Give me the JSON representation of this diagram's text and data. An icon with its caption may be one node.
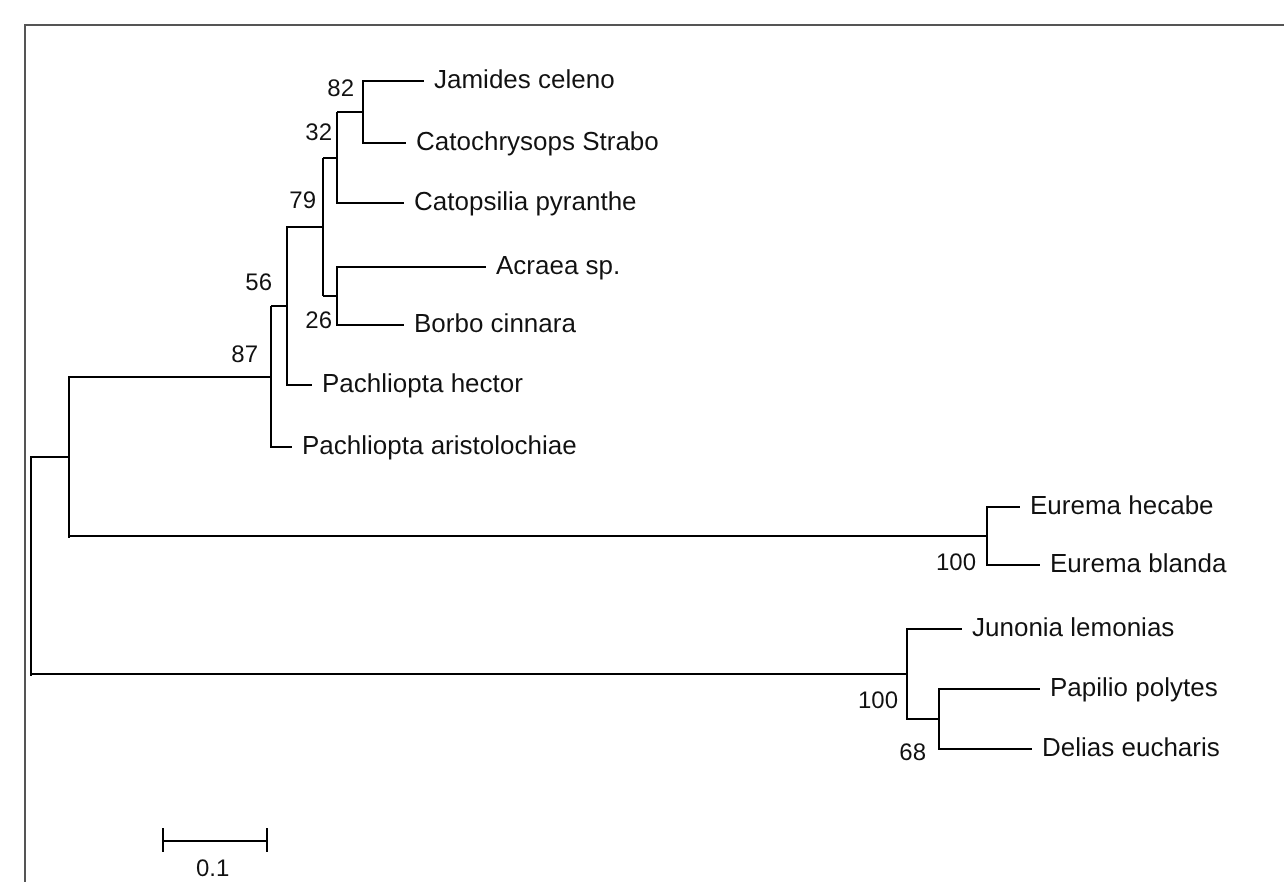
{
  "diagram": {
    "nodes": [
      {
        "text": [],
        "shape": "bar"
      },
      {
        "text": [],
        "shape": "bar"
      },
      {
        "text": [],
        "shape": "bar",
        "beside": [
          "87"
        ]
      },
      {
        "text": [],
        "shape": "bar",
        "beside": [
          "56"
        ]
      },
      {
        "text": [],
        "shape": "bar",
        "beside": [
          "79"
        ]
      },
      {
        "text": [],
        "shape": "bar",
        "beside": [
          "32"
        ]
      },
      {
        "text": [],
        "shape": "bar",
        "beside": [
          "82"
        ]
      },
      {
        "text": [
          "Jamides celeno"
        ]
      },
      {
        "text": [
          "Catochrysops Strabo"
        ]
      },
      {
        "text": [
          "Catopsilia pyranthe"
        ]
      },
      {
        "text": [],
        "shape": "bar",
        "beside": [
          "26"
        ]
      },
      {
        "text": [
          "Acraea sp."
        ]
      },
      {
        "text": [
          "Borbo cinnara"
        ]
      },
      {
        "text": [
          "Pachliopta hector"
        ]
      },
      {
        "text": [
          "Pachliopta aristolochiae"
        ]
      },
      {
        "text": [],
        "shape": "bar",
        "beside": [
          "100"
        ]
      },
      {
        "text": [
          "Eurema hecabe"
        ]
      },
      {
        "text": [
          "Eurema blanda"
        ]
      },
      {
        "text": [],
        "shape": "bar",
        "beside": [
          "100"
        ]
      },
      {
        "text": [
          "Junonia lemonias"
        ]
      },
      {
        "text": [],
        "shape": "bar",
        "beside": [
          "68"
        ]
      },
      {
        "text": [
          "Papilio polytes"
        ]
      },
      {
        "text": [
          "Delias eucharis"
        ]
      }
    ],
    "edges": [
      {
        "from": 0,
        "to": 1,
        "arrow": "none"
      },
      {
        "from": 0,
        "to": 18,
        "arrow": "none"
      },
      {
        "from": 1,
        "to": 2,
        "arrow": "none"
      },
      {
        "from": 1,
        "to": 15,
        "arrow": "none"
      },
      {
        "from": 2,
        "to": 3,
        "arrow": "none"
      },
      {
        "from": 2,
        "to": 14,
        "arrow": "none"
      },
      {
        "from": 3,
        "to": 4,
        "arrow": "none"
      },
      {
        "from": 3,
        "to": 13,
        "arrow": "none"
      },
      {
        "from": 4,
        "to": 5,
        "arrow": "none"
      },
      {
        "from": 4,
        "to": 10,
        "arrow": "none"
      },
      {
        "from": 5,
        "to": 6,
        "arrow": "none"
      },
      {
        "from": 5,
        "to": 9,
        "arrow": "none"
      },
      {
        "from": 6,
        "to": 7,
        "arrow": "none"
      },
      {
        "from": 6,
        "to": 8,
        "arrow": "none"
      },
      {
        "from": 10,
        "to": 11,
        "arrow": "none"
      },
      {
        "from": 10,
        "to": 12,
        "arrow": "none"
      },
      {
        "from": 15,
        "to": 16,
        "arrow": "none"
      },
      {
        "from": 15,
        "to": 17,
        "arrow": "none"
      },
      {
        "from": 18,
        "to": 19,
        "arrow": "none"
      },
      {
        "from": 18,
        "to": 20,
        "arrow": "none"
      },
      {
        "from": 20,
        "to": 21,
        "arrow": "none"
      },
      {
        "from": 20,
        "to": 22,
        "arrow": "none"
      }
    ],
    "labels": [
      "0.1"
    ]
  }
}
